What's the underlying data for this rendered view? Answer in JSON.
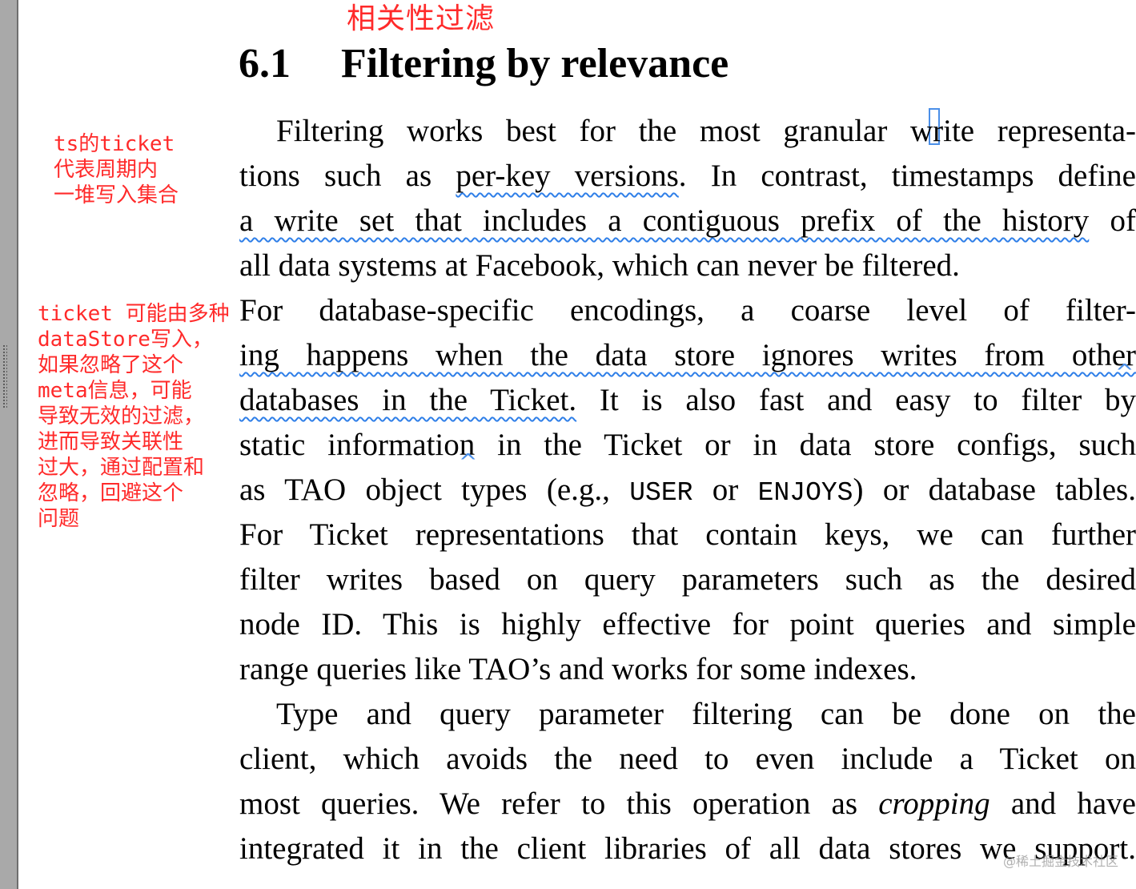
{
  "heading_annotation": "相关性过滤",
  "section": {
    "number": "6.1",
    "title": "Filtering by relevance"
  },
  "notes": {
    "ts_lines": [
      "ts的ticket",
      "代表周期内",
      "一堆写入集合"
    ],
    "ticket_lines": [
      "ticket 可能由多种",
      "dataStore写入，",
      "如果忽略了这个",
      "meta信息，可能",
      "导致无效的过滤，",
      "进而导致关联性",
      "过大，通过配置和",
      "忽略，回避这个",
      "问题"
    ]
  },
  "body": {
    "l1": "Filtering works best for the most granular write representa-",
    "l2_a": "tions such as ",
    "l2_b": "per-key versions",
    "l2_c": ". In contrast, timestamps define",
    "l3_a": "a write set that includes a contiguous prefix of the history",
    "l3_b": " of",
    "l4": "all data systems at Facebook, which can never be filtered.",
    "l5": "For database-specific encodings, a coarse level of filter-",
    "l6": "ing happens when the data store ignores writes from other",
    "l7_a": "databases in the Ticket.",
    "l7_b": " It is also fast and easy to filter by",
    "l8": "static information in the Ticket or in data store configs, such",
    "l9_a": "as TAO object types (e.g., ",
    "l9_code1": "USER",
    "l9_b": " or ",
    "l9_code2": "ENJOYS",
    "l9_c": ") or database tables.",
    "l10": "For Ticket representations that contain keys, we can further",
    "l11": "filter writes based on query parameters such as the desired",
    "l12": "node ID. This is highly effective for point queries and simple",
    "l13": "range queries like TAO’s and works for some indexes.",
    "l14": "Type and query parameter filtering can be done on the",
    "l15": "client, which avoids the need to even include a Ticket on",
    "l16_a": "most queries. We refer to this operation as ",
    "l16_em": "cropping",
    "l16_b": " and have",
    "l17": "integrated it in the client libraries of all data stores we support."
  },
  "watermark": "@稀土掘金技术社区",
  "caret_glyph": "^",
  "colors": {
    "annotation_red": "#ff2a2a",
    "squiggle_blue": "#2f7fe8"
  }
}
